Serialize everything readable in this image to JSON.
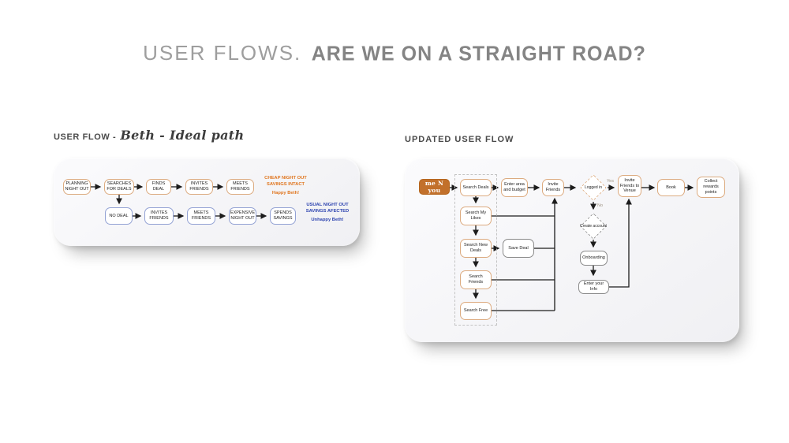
{
  "title": {
    "plain": "USER FLOWS.",
    "marker": "ARE WE ON A STRAIGHT ROAD?"
  },
  "left": {
    "heading_caps": "USER FLOW -",
    "heading_script": "Beth - Ideal path",
    "happy_row": [
      "PLANNING NIGHT OUT",
      "SEARCHES FOR DEALS",
      "FINDS DEAL",
      "INVITES FRIENDS",
      "MEETS FRIENDS"
    ],
    "sad_row": [
      "NO DEAL",
      "INVITES FRIENDS",
      "MEETS FRIENDS",
      "EXPENSIVE NIGHT OUT",
      "SPENDS SAVINGS"
    ],
    "happy_note": {
      "line1": "CHEAP NIGHT OUT",
      "line2": "SAVINGS INTACT",
      "line3": "Happy Beth!"
    },
    "sad_note": {
      "line1": "USUAL NIGHT OUT",
      "line2": "SAVINGS AFECTED",
      "line3": "Unhappy Beth!"
    }
  },
  "right": {
    "heading": "UPDATED USER FLOW",
    "brand": "me N you",
    "search_column": [
      "Search Deals",
      "Search My Likes",
      "Search New Deals",
      "Search Friends",
      "Search Free"
    ],
    "save_deal": "Save Deal",
    "enter_area": "Enter area and budget",
    "invite_friends": "Invite Friends",
    "logged_in": "Logged in",
    "yes_label": "Yes",
    "no_label": "No",
    "create_account": "Create account",
    "invite_to_venue": "Invite Friends to Venue",
    "book": "Book",
    "collect": "Collect rewards points",
    "onboarding": "Onboarding",
    "enter_info": "Enter your Info"
  },
  "colors": {
    "orange_border": "#dcab80",
    "orange_fill": "#c2702b",
    "orange_text": "#e0761f",
    "blue_border": "#93a2d4",
    "blue_text": "#2f45b0",
    "gray_border": "#8a8a8a",
    "arrow": "#1c1c1c"
  }
}
